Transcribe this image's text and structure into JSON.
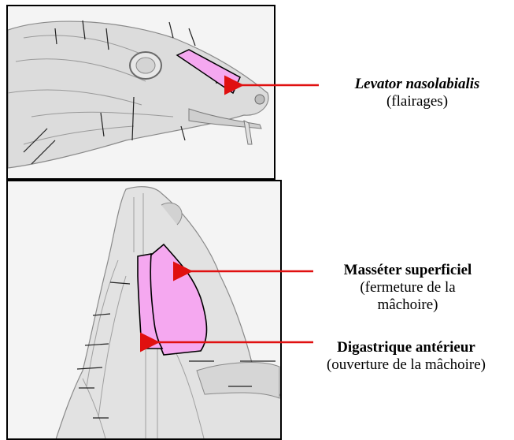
{
  "colors": {
    "muscle_fill": "#f5a8f0",
    "arrow": "#e01010",
    "outline": "#000000"
  },
  "labels": {
    "levator": {
      "title": "Levator nasolabialis",
      "sub": "(flairages)"
    },
    "masseter": {
      "title": "Masséter superficiel",
      "sub1": "(fermeture de la",
      "sub2": "mâchoire)"
    },
    "digastric": {
      "title": "Digastrique antérieur",
      "sub": "(ouverture de la mâchoire)"
    }
  }
}
